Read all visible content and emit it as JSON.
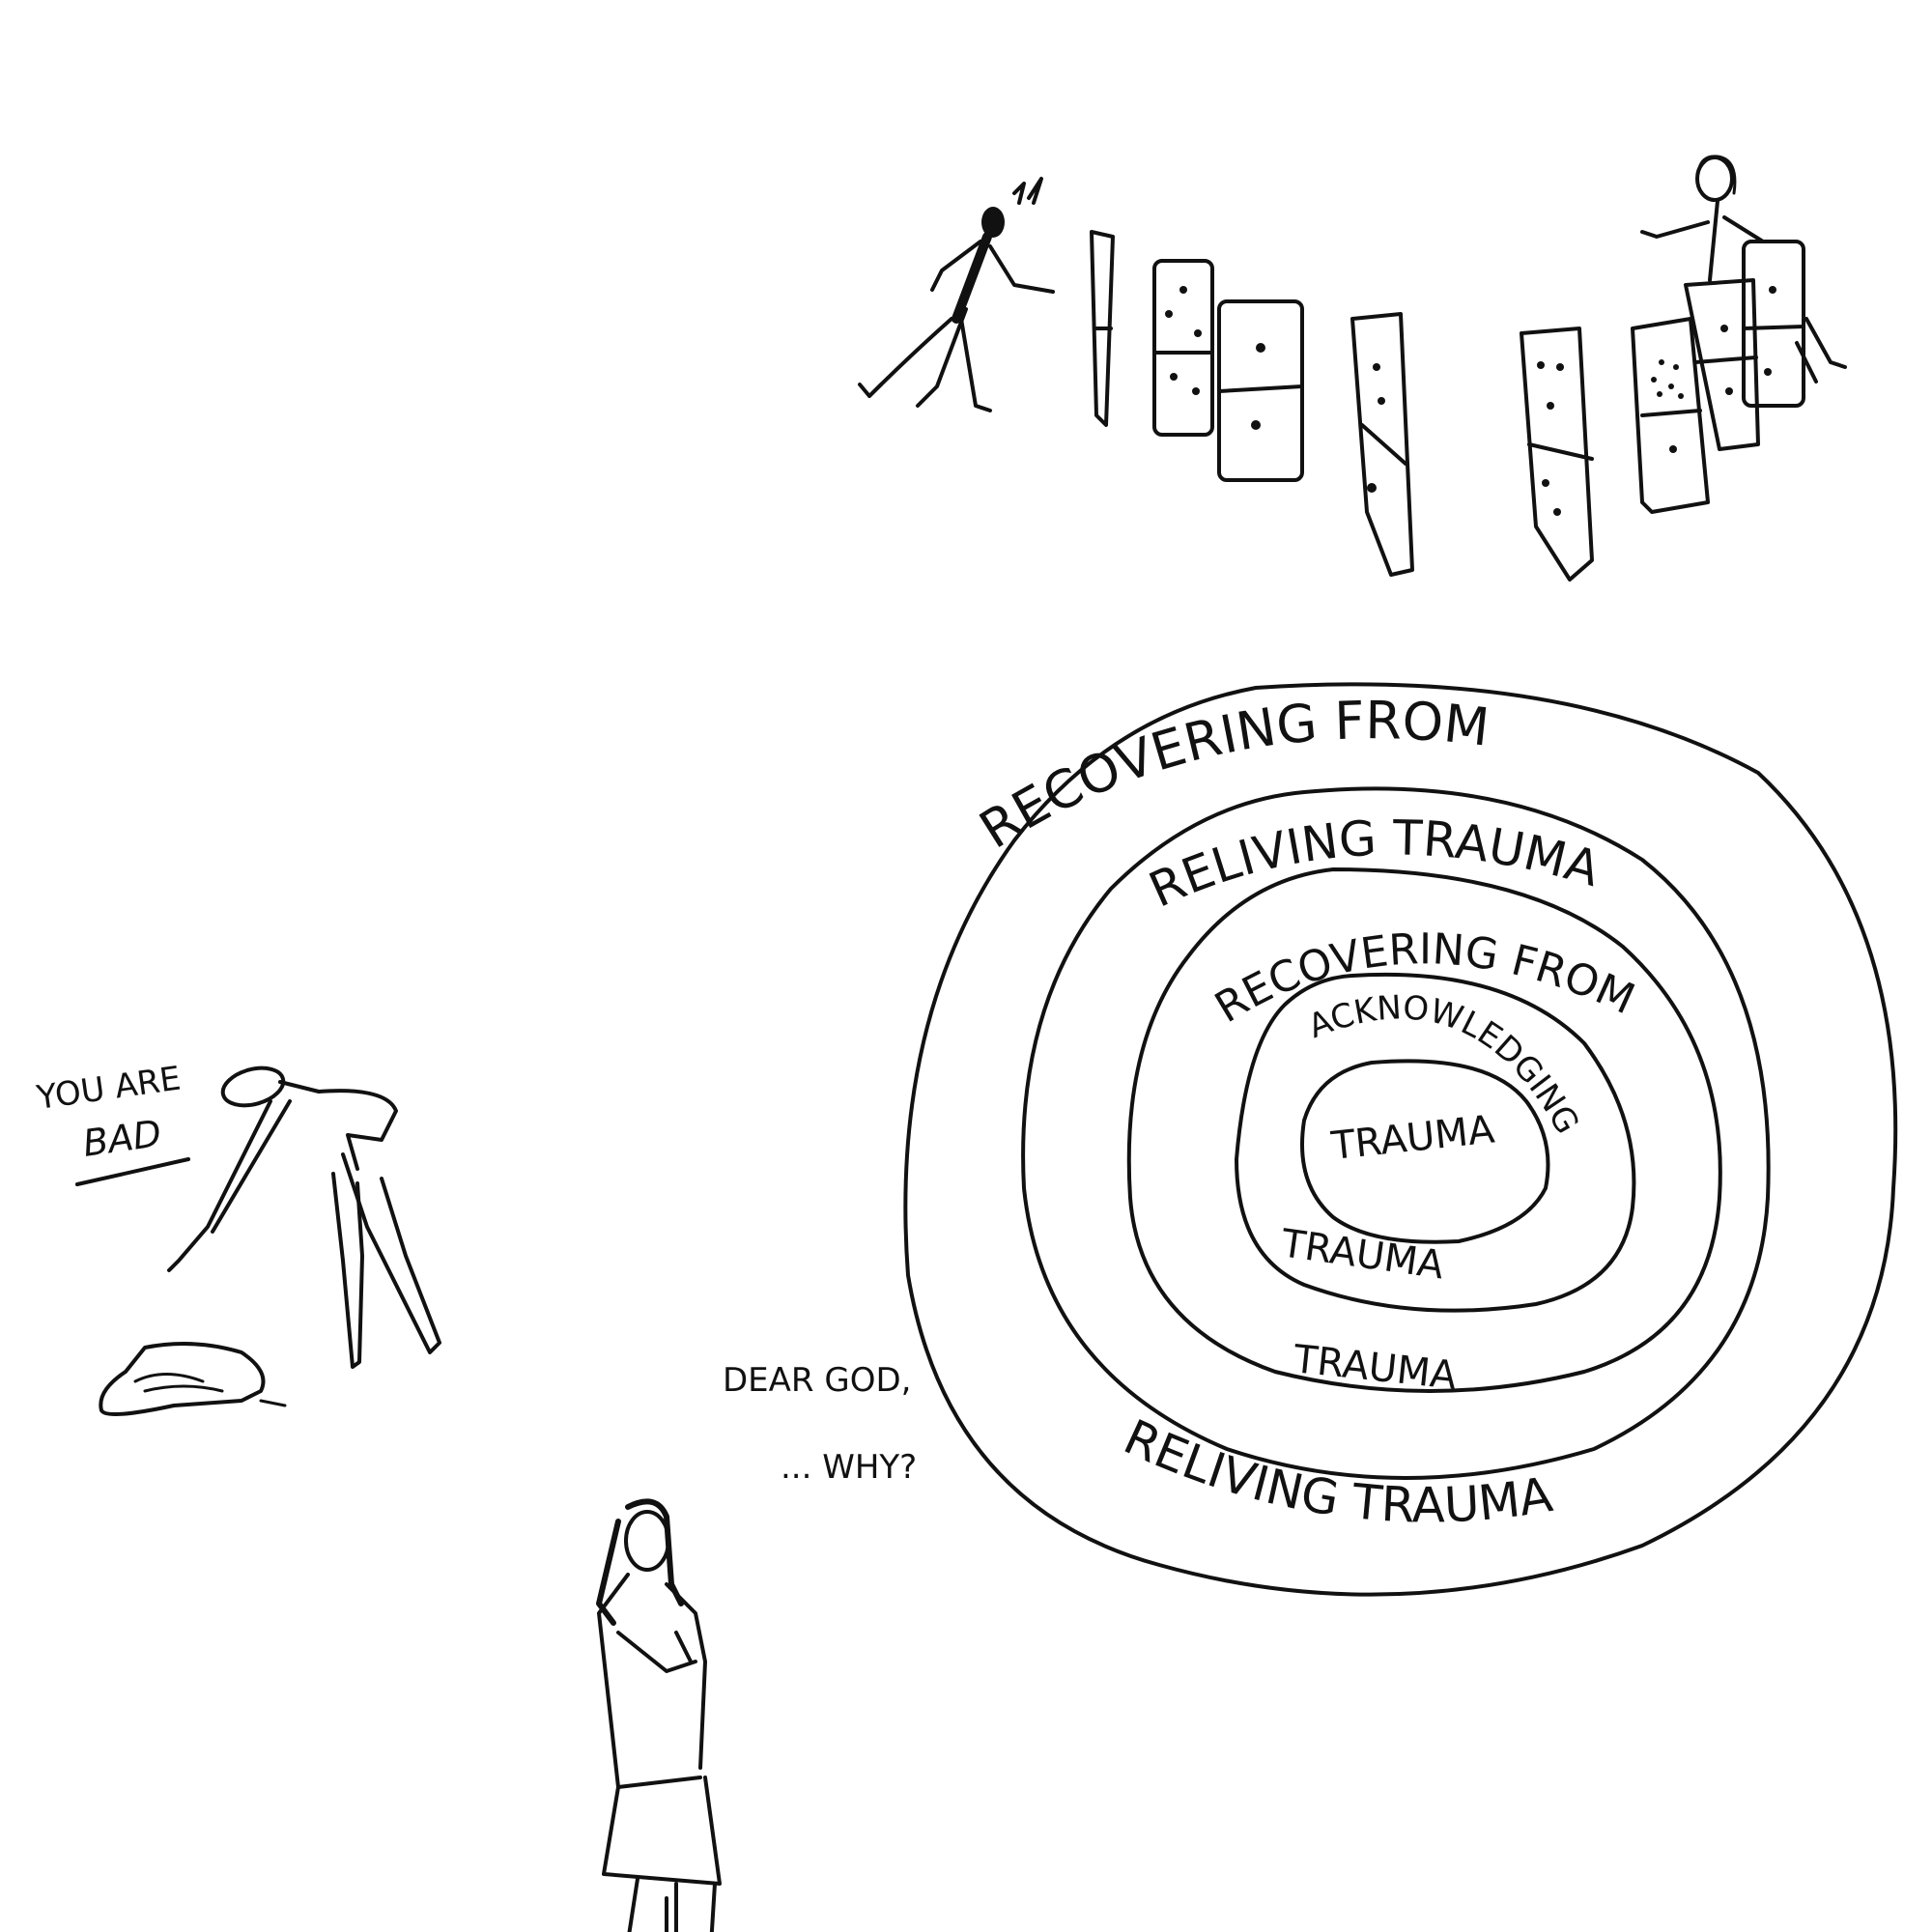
{
  "drawing": {
    "speech": {
      "you_are": "YOU ARE",
      "bad": "BAD",
      "dear_god": "DEAR GOD,",
      "why": "... WHY?"
    },
    "rings": {
      "outer_top": "RECOVERING FROM",
      "outer_bottom": "RELIVING TRAUMA",
      "second_top": "RELIVING TRAUMA",
      "second_bottom": "TRAUMA",
      "third_top": "RECOVERING FROM",
      "third_bottom": "TRAUMA",
      "fourth_top": "ACKNOWLEDGING",
      "core": "TRAUMA"
    }
  }
}
